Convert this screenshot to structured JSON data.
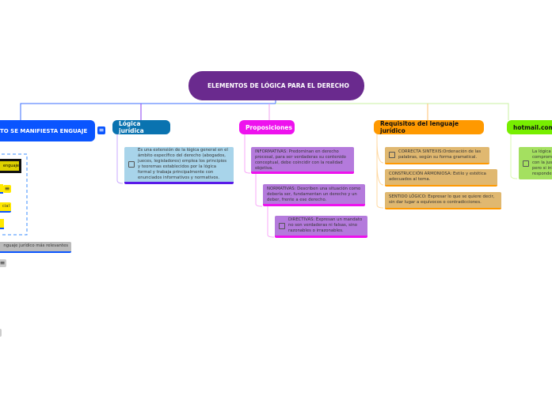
{
  "central": {
    "title": "ELEMENTOS DE LÓGICA PARA EL DERECHO"
  },
  "left": {
    "title": "TO SE MANIFIESTA ENGUAJE",
    "items": [
      "enguaje",
      "cial",
      "nguaje jurídico más relevantes"
    ]
  },
  "logica": {
    "title": "Lógica jurídica",
    "note": "Es una extensión de la lógica general en el ámbito específico del derecho (abogados, jueces, legisladores) emplea los principios y teoremas establecidos por la lógica formal y trabaja principalmente con enunciados informativos y normativos."
  },
  "proposiciones": {
    "title": "Proposiciones",
    "notes": [
      "INFORMATIVAS: Predominan en derecho procesal, para ser verdaderas su contenido conceptual, debe coincidir con la realidad objetiva.",
      "NORMATIVAS: Describen una situación como debería ser, fundamentan un derecho y un deber, frente a ese derecho.",
      "DIRECTIVAS: Expresan un mandato no son verdaderas ni falsas, sino razonables o irrazonables."
    ]
  },
  "requisitos": {
    "title": "Requisitos del lenguaje jurídico",
    "notes": [
      "CORRECTA SINTEXIS:Ordenación de las palabras, según su forma gramatical.",
      "CONSTRUCCIÓN ARMONIOSA: Estilo y estética adecuados al tema.",
      "SENTIDO LÓGICO: Expresar lo que se quiere decir, sin dar lugar a equívocos o contradicciones."
    ]
  },
  "hotmail": {
    "title": "hotmail.com",
    "note": "La lógica e comprome con la just pero si inb responde"
  },
  "colors": {
    "central": "#6a2a8e",
    "left": "#0a55ff",
    "logica": "#0a73b0",
    "prop": "#ee11ee",
    "req": "#ff9900",
    "hot": "#77ee00"
  }
}
